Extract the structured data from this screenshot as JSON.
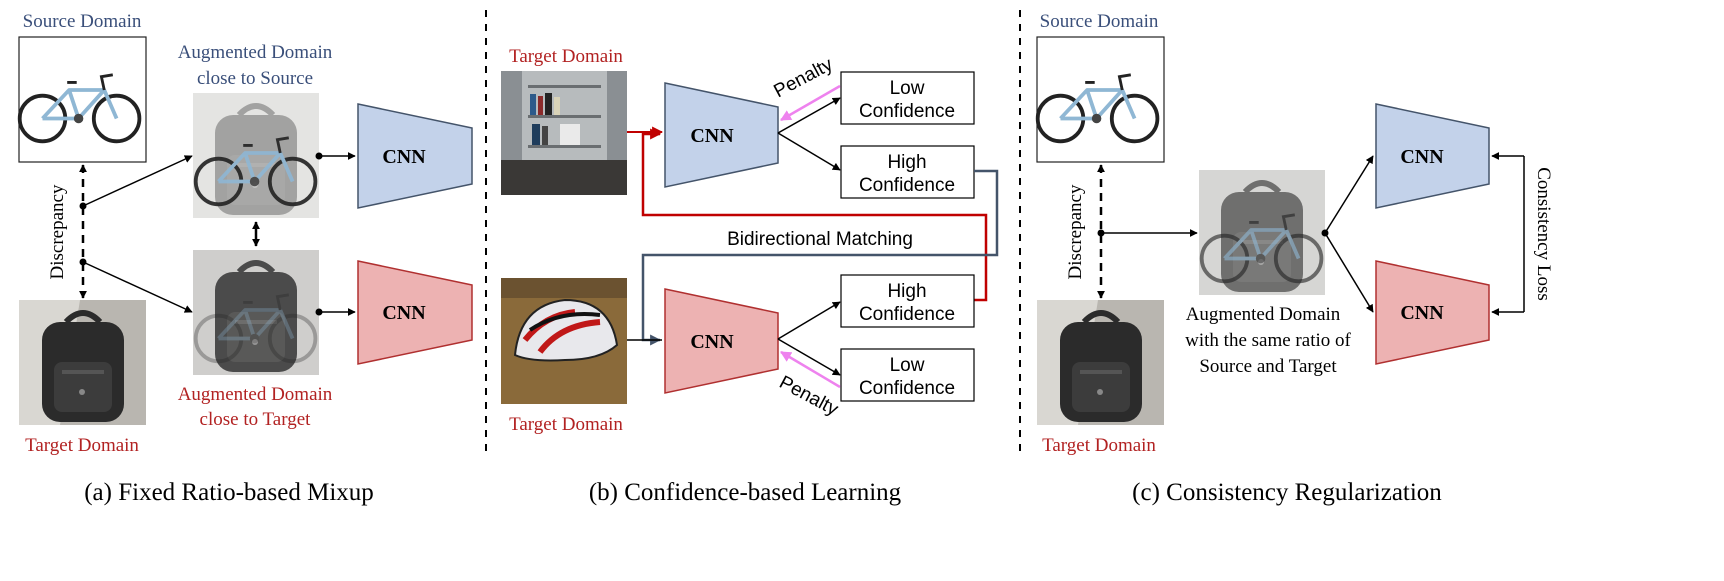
{
  "colors": {
    "source_blue": "#3a4f7a",
    "target_red": "#b22222",
    "cnn_blue_fill": "#c3d2ea",
    "cnn_blue_stroke": "#44546a",
    "cnn_red_fill": "#edb2b2",
    "cnn_red_stroke": "#b03030",
    "penalty_arrow": "#ee82ee",
    "matching_red": "#c00000",
    "matching_slate": "#44546a"
  },
  "panel_a": {
    "source_label": "Source Domain",
    "target_label": "Target Domain",
    "aug_source_line1": "Augmented Domain",
    "aug_source_line2": "close to Source",
    "aug_target_line1": "Augmented Domain",
    "aug_target_line2": "close to Target",
    "discrepancy": "Discrepancy",
    "cnn_top": "CNN",
    "cnn_bottom": "CNN",
    "caption": "(a) Fixed Ratio-based Mixup",
    "images": {
      "source": "bicycle",
      "target": "backpack",
      "aug_source": "bicycle + backpack mix",
      "aug_target": "backpack + bicycle mix"
    }
  },
  "panel_b": {
    "target_top_label": "Target Domain",
    "target_bottom_label": "Target Domain",
    "cnn_top": "CNN",
    "cnn_bottom": "CNN",
    "low_conf_top_l1": "Low",
    "low_conf_top_l2": "Confidence",
    "high_conf_top_l1": "High",
    "high_conf_top_l2": "Confidence",
    "high_conf_bot_l1": "High",
    "high_conf_bot_l2": "Confidence",
    "low_conf_bot_l1": "Low",
    "low_conf_bot_l2": "Confidence",
    "penalty_top": "Penalty",
    "penalty_bottom": "Penalty",
    "bidirectional": "Bidirectional  Matching",
    "caption": "(b) Confidence-based Learning",
    "images": {
      "top": "bookshelf",
      "bottom": "bike helmet"
    }
  },
  "panel_c": {
    "source_label": "Source Domain",
    "target_label": "Target Domain",
    "discrepancy": "Discrepancy",
    "aug_line1": "Augmented Domain",
    "aug_line2": "with the same ratio of",
    "aug_line3": "Source and Target",
    "cnn_top": "CNN",
    "cnn_bottom": "CNN",
    "consistency": "Consistency Loss",
    "caption": "(c) Consistency Regularization",
    "images": {
      "source": "bicycle",
      "target": "backpack",
      "augmented": "bicycle + backpack mix"
    }
  }
}
